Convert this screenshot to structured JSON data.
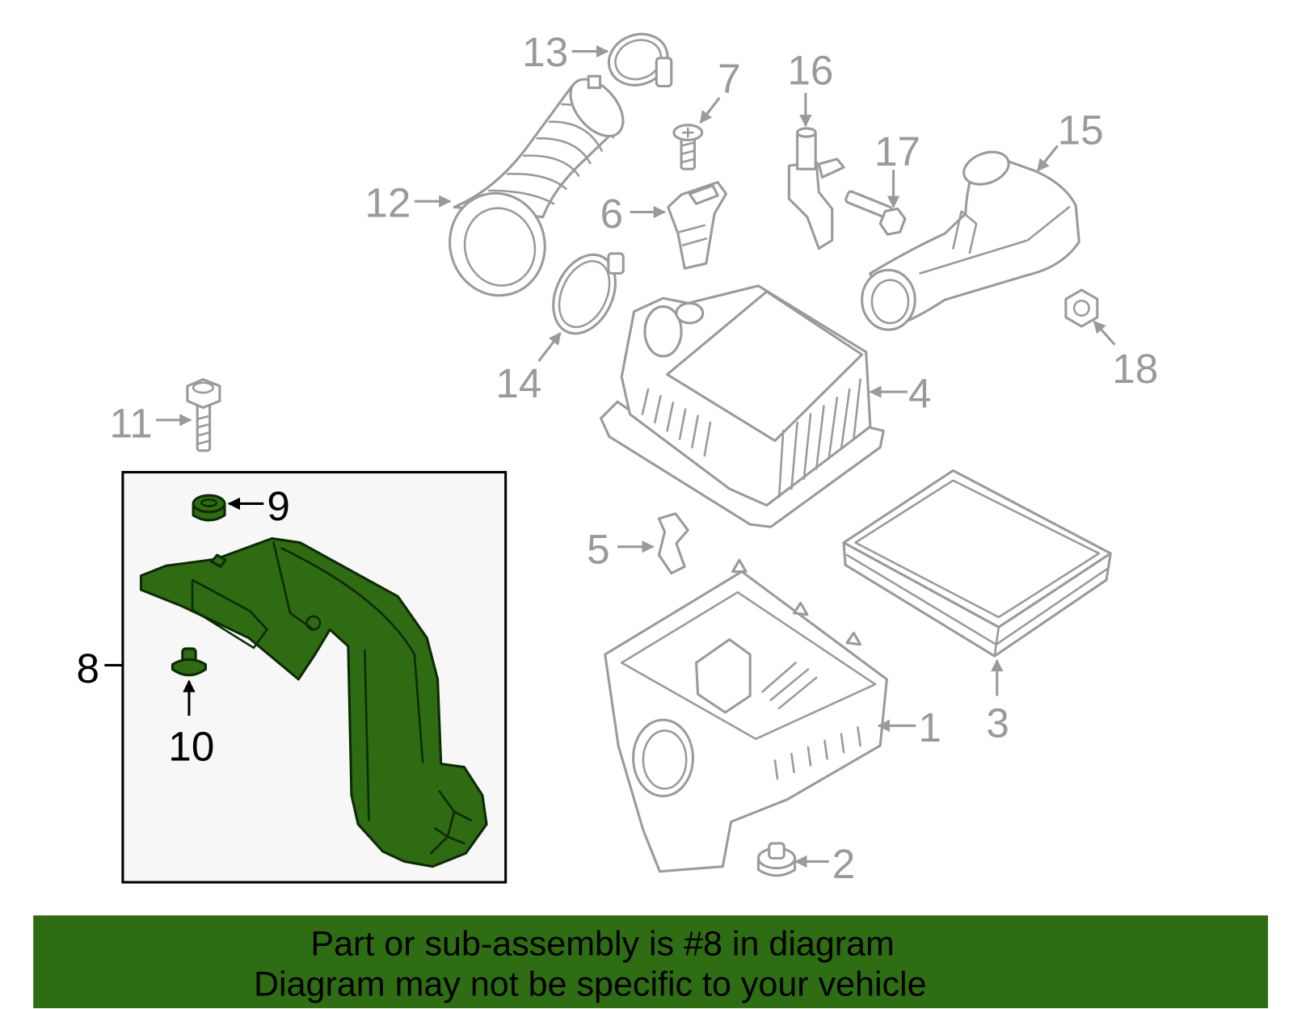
{
  "callouts": [
    "1",
    "2",
    "3",
    "4",
    "5",
    "6",
    "7",
    "8",
    "9",
    "10",
    "11",
    "12",
    "13",
    "14",
    "15",
    "16",
    "17",
    "18"
  ],
  "banner": {
    "line1": "Part or sub-assembly is #8 in diagram",
    "line2": "Diagram may not be specific to your vehicle"
  },
  "colors": {
    "highlight": "#2e6b12",
    "banner": "#2e6d13",
    "line_art": "#9a9a9a",
    "highlight_box_bg": "#f7f7f7"
  }
}
